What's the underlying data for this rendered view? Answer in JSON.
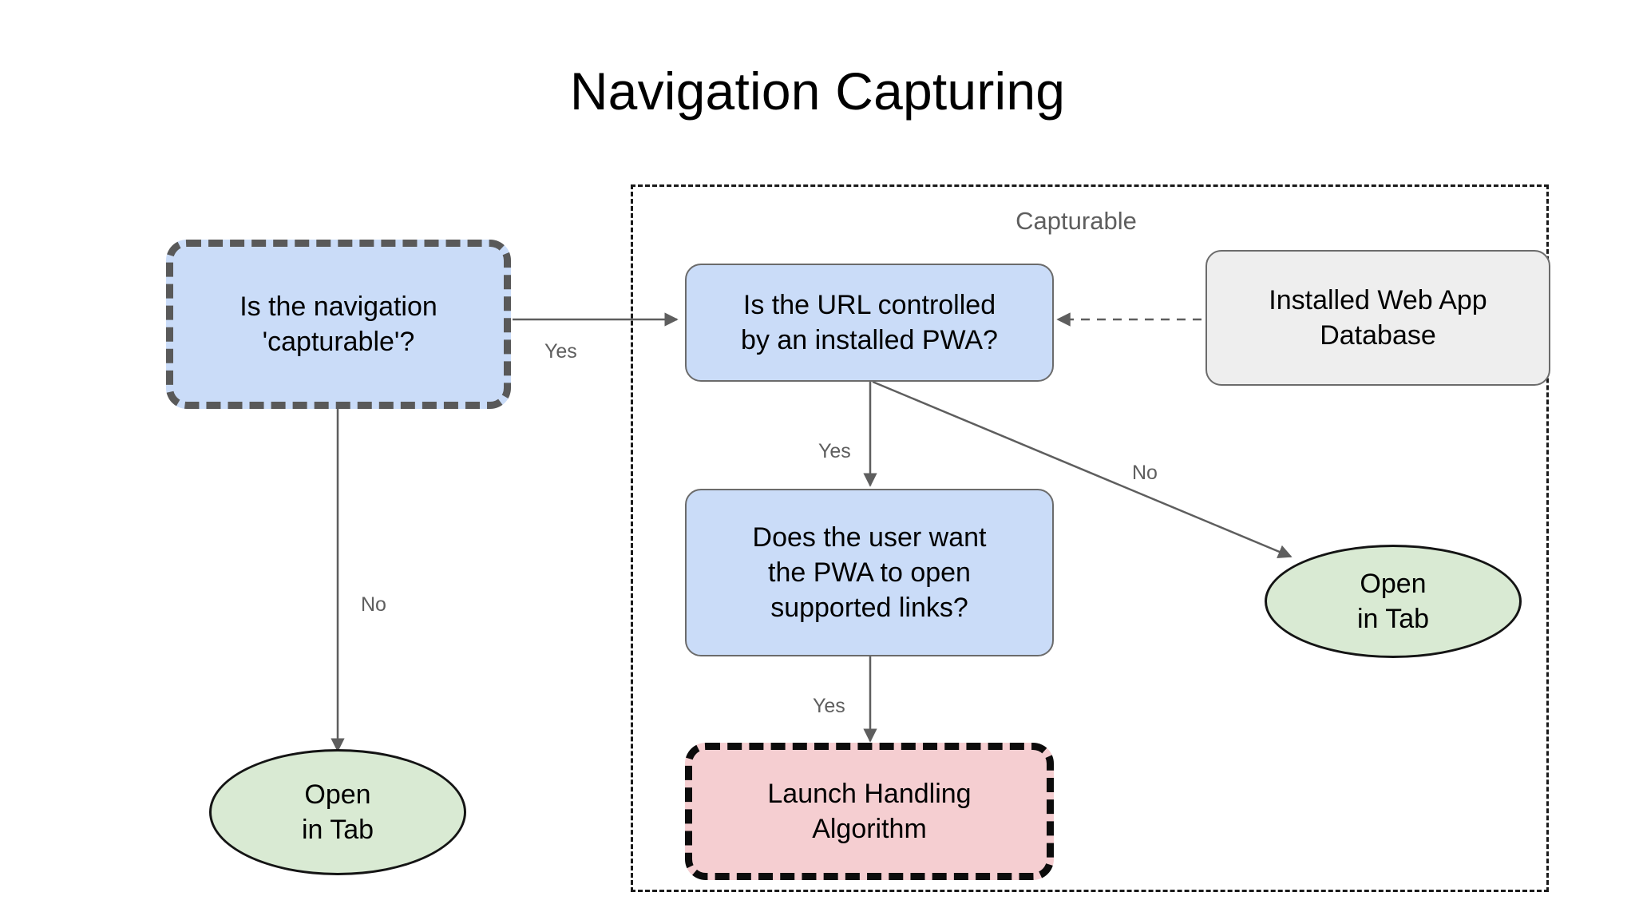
{
  "title": "Navigation Capturing",
  "group": {
    "label": "Capturable"
  },
  "nodes": {
    "is_capturable": {
      "label": "Is the navigation\n'capturable'?",
      "shape": "rounded-rect-dashed",
      "fill": "#cadcf8",
      "stroke": "#595959"
    },
    "url_controlled": {
      "label": "Is the URL controlled\nby an installed PWA?",
      "shape": "rounded-rect",
      "fill": "#cadcf8",
      "stroke": "#6b6b6b"
    },
    "installed_db": {
      "label": "Installed Web App\nDatabase",
      "shape": "rounded-rect",
      "fill": "#eeeeee",
      "stroke": "#6b6b6b"
    },
    "user_want": {
      "label": "Does the user want\nthe PWA to open\nsupported links?",
      "shape": "rounded-rect",
      "fill": "#cadcf8",
      "stroke": "#6b6b6b"
    },
    "launch_handling": {
      "label": "Launch Handling\nAlgorithm",
      "shape": "rounded-rect-dashed",
      "fill": "#f5ced1",
      "stroke": "#0c0c0c"
    },
    "open_in_tab_left": {
      "label": "Open\nin Tab",
      "shape": "ellipse",
      "fill": "#d9ead3",
      "stroke": "#141414"
    },
    "open_in_tab_right": {
      "label": "Open\nin Tab",
      "shape": "ellipse",
      "fill": "#d9ead3",
      "stroke": "#141414"
    }
  },
  "edges": {
    "capturable_yes": "Yes",
    "capturable_no": "No",
    "url_yes": "Yes",
    "url_no": "No",
    "user_yes": "Yes"
  },
  "colors": {
    "blue_fill": "#cadcf8",
    "green_fill": "#d9ead3",
    "pink_fill": "#f5ced1",
    "gray_fill": "#eeeeee",
    "edge_stroke": "#5e5e5e",
    "label_text": "#5e5e5e",
    "title_text": "#000000"
  }
}
